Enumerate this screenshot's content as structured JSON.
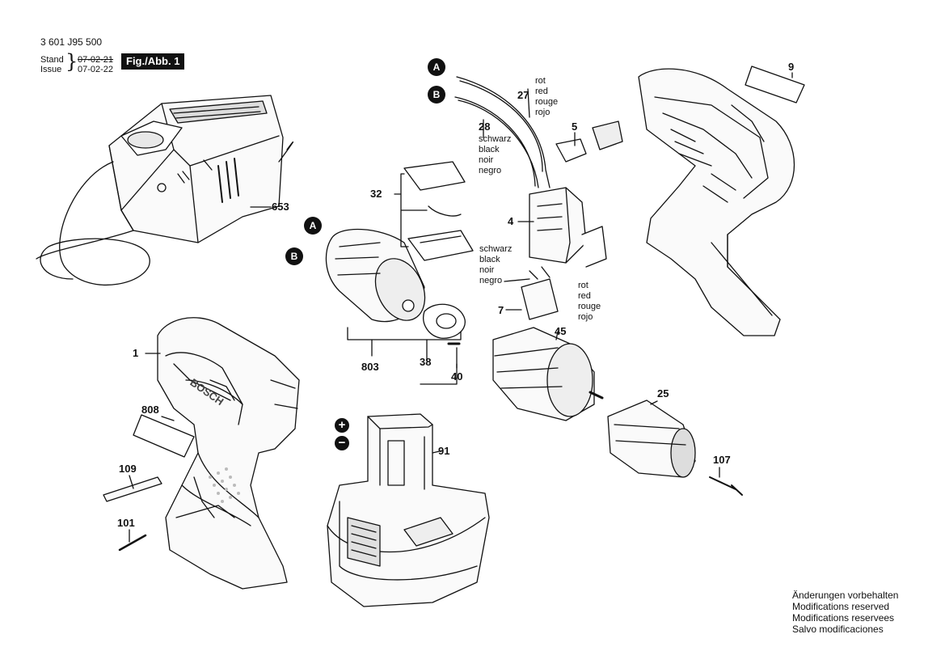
{
  "header": {
    "doc_number": "3 601 J95 500",
    "stand_label": "Stand",
    "issue_label": "Issue",
    "stand_date": "07-02-21",
    "issue_date": "07-02-22",
    "figure_label": "Fig./Abb. 1"
  },
  "callouts": {
    "A": "A",
    "B": "B",
    "plus": "+",
    "minus": "−"
  },
  "wire_27_colors": [
    "rot",
    "red",
    "rouge",
    "rojo"
  ],
  "wire_28_colors": [
    "schwarz",
    "black",
    "noir",
    "negro"
  ],
  "wire_7_black": [
    "schwarz",
    "black",
    "noir",
    "negro"
  ],
  "wire_7_red": [
    "rot",
    "red",
    "rouge",
    "rojo"
  ],
  "parts": {
    "p1": "1",
    "p4": "4",
    "p5": "5",
    "p7": "7",
    "p9": "9",
    "p25": "25",
    "p27": "27",
    "p28": "28",
    "p32": "32",
    "p38": "38",
    "p40": "40",
    "p45": "45",
    "p91": "91",
    "p101": "101",
    "p107": "107",
    "p109": "109",
    "p653": "653",
    "p803": "803",
    "p808": "808"
  },
  "housing_brand": "BOSCH",
  "footer_notes": [
    "Änderungen vorbehalten",
    "Modifications reserved",
    "Modifications reservees",
    "Salvo modificaciones"
  ]
}
